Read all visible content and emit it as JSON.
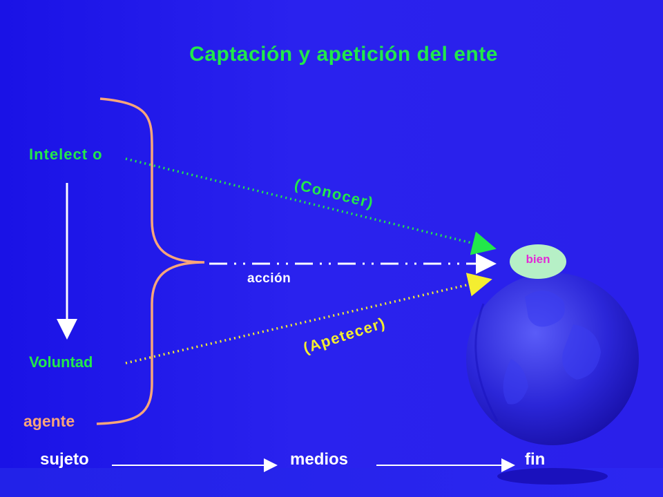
{
  "title": "Captación y apetición  del ente",
  "nodes": {
    "intelecto": "Intelect o",
    "voluntad": "Voluntad",
    "agente": "agente",
    "bien": "bien"
  },
  "edges": {
    "conocer": "(Conocer)",
    "apetecer": "(Apetecer)",
    "accion": "acción"
  },
  "footer": {
    "sujeto": "sujeto",
    "medios": "medios",
    "fin": "fin"
  },
  "colors": {
    "background": "#1a12e6",
    "title": "#22e84a",
    "agente": "#f8a57a",
    "bien_fill": "#b6f0c6",
    "bien_text": "#e22ad6",
    "apetecer": "#f4ee30"
  },
  "icons": [
    "globe-decoration"
  ]
}
